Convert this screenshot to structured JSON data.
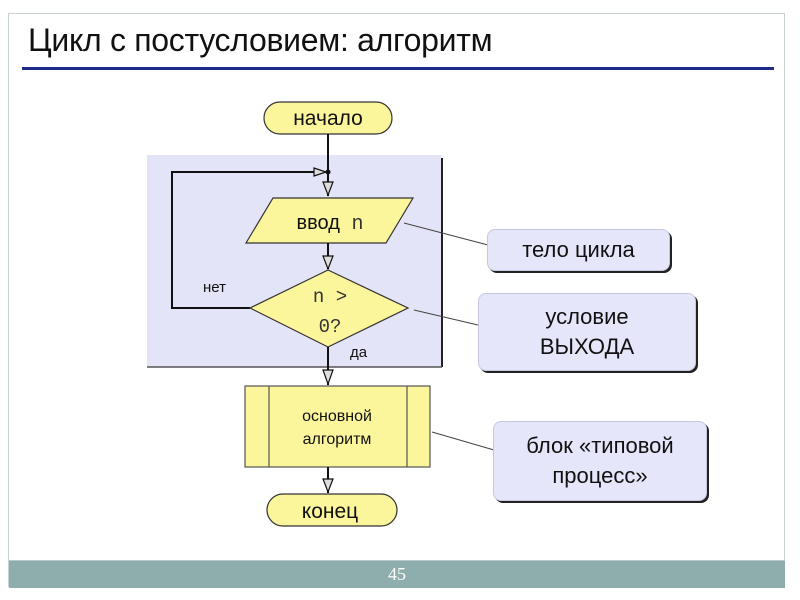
{
  "slide": {
    "title": "Цикл с постусловием: алгоритм",
    "page_number": "45"
  },
  "flowchart": {
    "start": "начало",
    "input_label": "ввод",
    "input_var": "n",
    "condition_line1": "n >",
    "condition_line2": "0?",
    "branch_no": "нет",
    "branch_yes": "да",
    "process_line1": "основной",
    "process_line2": "алгоритм",
    "end": "конец"
  },
  "callouts": {
    "loop_body": "тело цикла",
    "exit_condition_line1": "условие",
    "exit_condition_line2": "ВЫХОДА",
    "typical_process_line1": "блок «типовой",
    "typical_process_line2": "процесс»"
  },
  "colors": {
    "block_fill": "#fbf59c",
    "loop_region": "#e4e4f8",
    "callout_fill": "#e6e6fa",
    "title_rule": "#1f2b8a",
    "footer": "#8eadad"
  }
}
